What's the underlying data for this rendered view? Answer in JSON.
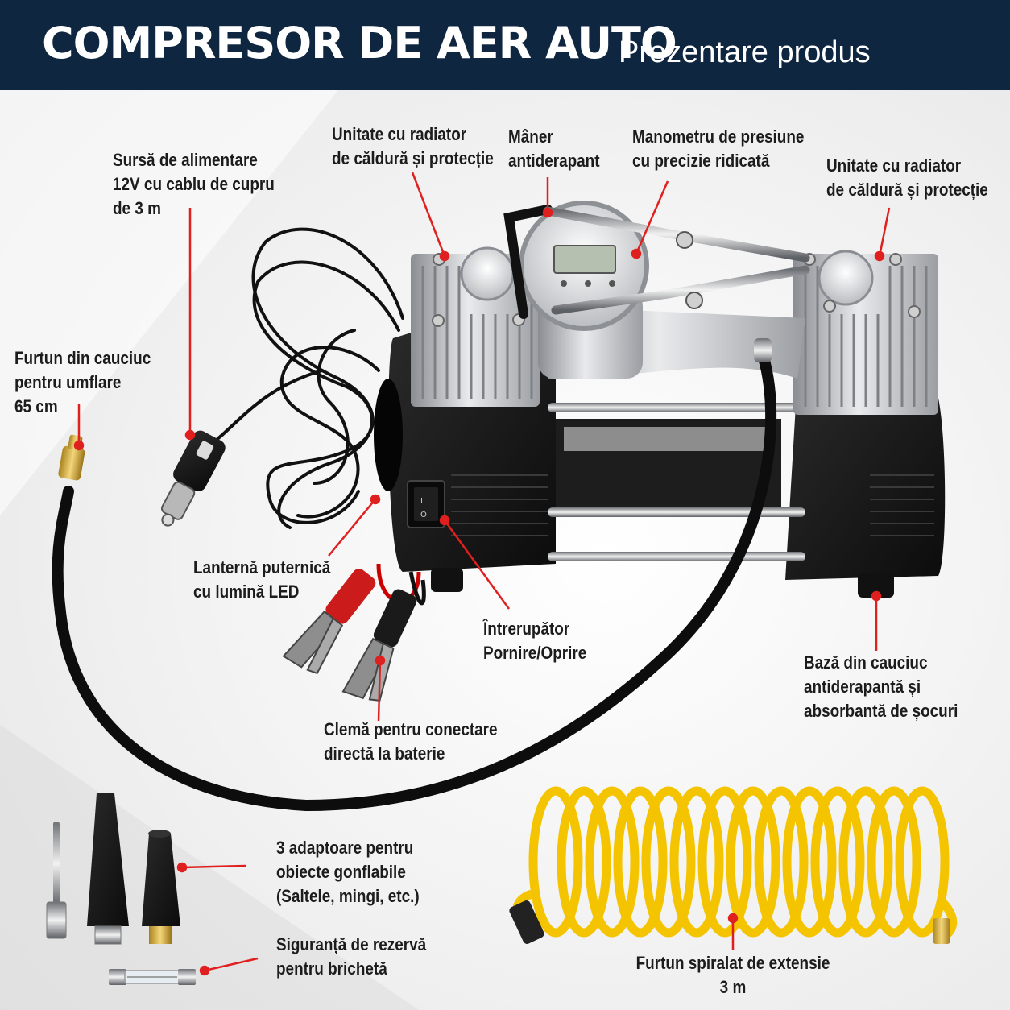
{
  "header": {
    "title": "COMPRESOR DE AER AUTO",
    "subtitle": "Prezentare produs"
  },
  "colors": {
    "banner": "#0f2641",
    "callout": "#e01f1f",
    "hose_yellow": "#f4c400",
    "text": "#1c1c1c"
  },
  "callouts": {
    "power_supply": [
      "Sursă de alimentare",
      "12V cu cablu de cupru",
      "de 3 m"
    ],
    "heatsink_left": [
      "Unitate cu radiator",
      "de căldură și protecție"
    ],
    "handle": [
      "Mâner",
      "antiderapant"
    ],
    "manometer": [
      "Manometru de presiune",
      "cu precizie ridicată"
    ],
    "heatsink_right": [
      "Unitate cu radiator",
      "de căldură și protecție"
    ],
    "rubber_hose": [
      "Furtun din cauciuc",
      "pentru umflare",
      "65 cm"
    ],
    "led_lantern": [
      "Lanternă puternică",
      "cu lumină LED"
    ],
    "switch": [
      "Întrerupător",
      "Pornire/Oprire"
    ],
    "base": [
      "Bază din cauciuc",
      "antiderapantă și",
      "absorbantă de șocuri"
    ],
    "clamps": [
      "Clemă pentru conectare",
      "directă la baterie"
    ],
    "adapters": [
      "3 adaptoare pentru",
      "obiecte gonflabile",
      "(Saltele, mingi, etc.)"
    ],
    "fuse": [
      "Siguranță de rezervă",
      "pentru brichetă"
    ],
    "spiral_hose": [
      "Furtun spiralat de extensie",
      "3 m"
    ]
  }
}
